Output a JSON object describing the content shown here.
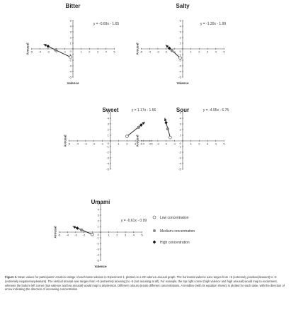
{
  "chart_data": [
    {
      "type": "scatter",
      "title": "Bitter",
      "xlabel": "Valence",
      "ylabel": "Arousal",
      "xlim": [
        -5,
        5
      ],
      "ylim": [
        -5,
        5
      ],
      "equation": "y = -0.69x - 1.65",
      "trend": {
        "slope": -0.69,
        "intercept": -1.65
      },
      "points": [
        {
          "level": "Low concentration",
          "x": -0.3,
          "y": -1.45
        },
        {
          "level": "Medium concentration",
          "x": -2.1,
          "y": -0.2
        },
        {
          "level": "High concentration",
          "x": -3.0,
          "y": 0.45
        }
      ]
    },
    {
      "type": "scatter",
      "title": "Salty",
      "xlabel": "Valence",
      "ylabel": "Arousal",
      "xlim": [
        -5,
        5
      ],
      "ylim": [
        -5,
        5
      ],
      "equation": "y = -1.30x - 1.99",
      "trend": {
        "slope": -1.3,
        "intercept": -1.99
      },
      "points": [
        {
          "level": "Low concentration",
          "x": -0.3,
          "y": -1.6
        },
        {
          "level": "Medium concentration",
          "x": -1.3,
          "y": -0.3
        },
        {
          "level": "High concentration",
          "x": -1.6,
          "y": 0.1
        }
      ]
    },
    {
      "type": "scatter",
      "title": "Sweet",
      "xlabel": "",
      "ylabel": "Arousal",
      "xlim": [
        -5,
        5
      ],
      "ylim": [
        -5,
        5
      ],
      "equation": "y = 1.17x - 1.56",
      "trend": {
        "slope": 1.17,
        "intercept": -1.56
      },
      "points": [
        {
          "level": "Low concentration",
          "x": 2.0,
          "y": 0.8
        },
        {
          "level": "Medium concentration",
          "x": 3.4,
          "y": 2.4
        },
        {
          "level": "High concentration",
          "x": 3.7,
          "y": 2.8
        }
      ]
    },
    {
      "type": "scatter",
      "title": "Sour",
      "xlabel": "",
      "ylabel": "Arousal",
      "xlim": [
        -5,
        5
      ],
      "ylim": [
        -5,
        5
      ],
      "equation": "y = -4.95x - 6.75",
      "trend": {
        "slope": -4.95,
        "intercept": -6.75
      },
      "points": [
        {
          "level": "Low concentration",
          "x": -1.5,
          "y": 0.6
        },
        {
          "level": "Medium concentration",
          "x": -1.8,
          "y": 2.1
        },
        {
          "level": "High concentration",
          "x": -2.0,
          "y": 3.2
        }
      ]
    },
    {
      "type": "scatter",
      "title": "Umami",
      "xlabel": "Valence",
      "ylabel": "Arousal",
      "xlim": [
        -5,
        5
      ],
      "ylim": [
        -5,
        5
      ],
      "equation": "y = -0.61x - 0.99",
      "trend": {
        "slope": -0.61,
        "intercept": -0.99
      },
      "points": [
        {
          "level": "Low concentration",
          "x": -1.0,
          "y": -0.4
        },
        {
          "level": "Medium concentration",
          "x": -2.3,
          "y": 0.4
        },
        {
          "level": "High concentration",
          "x": -2.8,
          "y": 0.7
        }
      ]
    }
  ],
  "ticks": [
    "-5",
    "-4",
    "-3",
    "-2",
    "-1",
    "0",
    "1",
    "2",
    "3",
    "4",
    "5"
  ],
  "legend": [
    {
      "label": "Low concentration",
      "marker": "open-circle"
    },
    {
      "label": "Medium concentration",
      "marker": "grey-circle"
    },
    {
      "label": "High concentration",
      "marker": "black-diamond"
    }
  ],
  "colors": {
    "low": "#ffffff",
    "medium": "#8a8a8a",
    "high": "#111111",
    "trend": "#888888",
    "axis": "#444444"
  },
  "caption": {
    "label": "Figure 3.",
    "text": "Mean values for participants' emotion ratings of each taste solution in Experiment 1, plotted on a 2D valence-arousal graph. The horizontal valence axis ranges from +5 (extremely positive/pleasant) to -5 (extremely negative/unpleasant). The vertical arousal axis ranges from +5 (extremely arousing) to -5 (not arousing at all). For example, the top right corner (high valence and high arousal) would map to excitement, whereas the bottom left corner (low valence and low arousal) would map to depression. Different colours denote different concentrations. A trendline (with its equation shown) is plotted for each taste, with the direction of arrow indicating the direction of increasing concentration."
  }
}
